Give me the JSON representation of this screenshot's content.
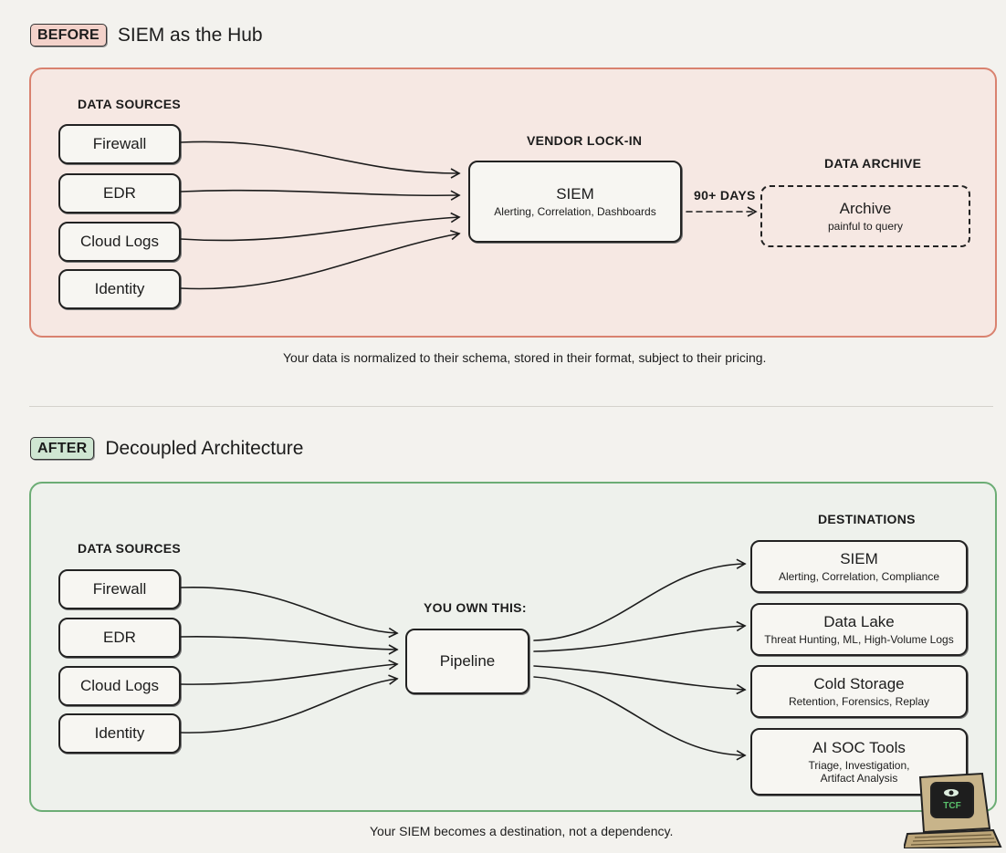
{
  "before": {
    "badge": "BEFORE",
    "title": "SIEM as the Hub",
    "sources_label": "DATA SOURCES",
    "sources": [
      "Firewall",
      "EDR",
      "Cloud Logs",
      "Identity"
    ],
    "hub_label": "VENDOR LOCK-IN",
    "hub": {
      "name": "SIEM",
      "sub": "Alerting, Correlation, Dashboards"
    },
    "arrow_label": "90+ DAYS",
    "archive_label": "DATA ARCHIVE",
    "archive": {
      "name": "Archive",
      "sub": "painful to query"
    },
    "caption": "Your data is normalized to their schema, stored in their format, subject to their pricing."
  },
  "after": {
    "badge": "AFTER",
    "title": "Decoupled Architecture",
    "sources_label": "DATA SOURCES",
    "sources": [
      "Firewall",
      "EDR",
      "Cloud Logs",
      "Identity"
    ],
    "hub_label": "YOU OWN THIS:",
    "hub": {
      "name": "Pipeline"
    },
    "destinations_label": "DESTINATIONS",
    "destinations": [
      {
        "name": "SIEM",
        "sub": "Alerting, Correlation, Compliance"
      },
      {
        "name": "Data Lake",
        "sub": "Threat Hunting, ML, High-Volume Logs"
      },
      {
        "name": "Cold Storage",
        "sub": "Retention, Forensics, Replay"
      },
      {
        "name": "AI SOC Tools",
        "sub": "Triage, Investigation,",
        "sub2": "Artifact Analysis"
      }
    ],
    "caption": "Your SIEM becomes a destination, not a dependency."
  },
  "logo": {
    "text": "TCF"
  },
  "colors": {
    "before_border": "#d9826f",
    "before_fill": "#f6e8e3",
    "after_border": "#6cad75",
    "after_fill": "#eef1ec",
    "background": "#f3f2ee"
  }
}
